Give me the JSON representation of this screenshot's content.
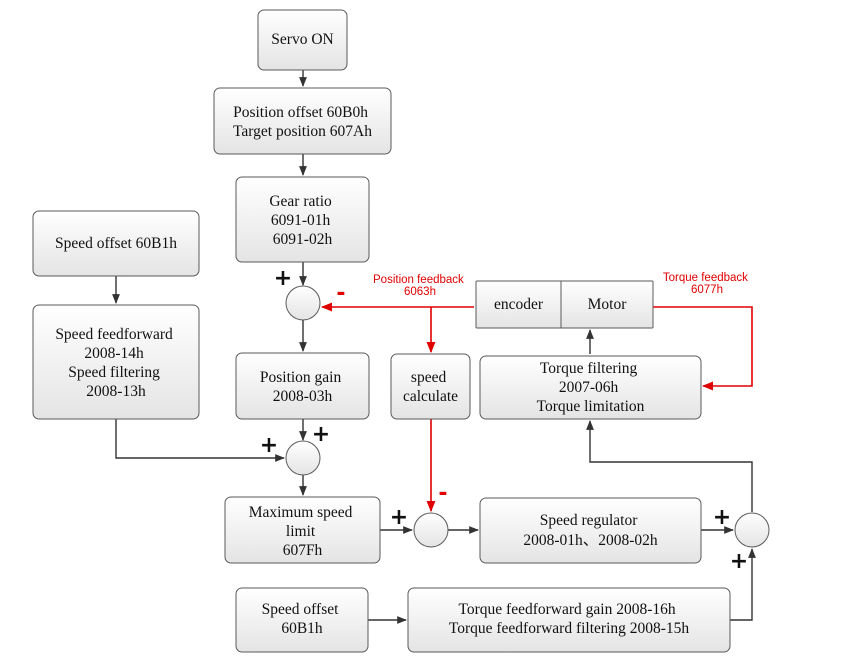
{
  "blocks": {
    "servo_on": [
      "Servo ON"
    ],
    "position_target": [
      "Position offset 60B0h",
      "Target position 607Ah"
    ],
    "gear_ratio": [
      "Gear ratio",
      "6091-01h",
      "6091-02h"
    ],
    "speed_offset_top": [
      "Speed offset 60B1h"
    ],
    "speed_feedforward": [
      "Speed feedforward",
      "2008-14h",
      "Speed filtering",
      "2008-13h"
    ],
    "position_gain": [
      "Position gain",
      "2008-03h"
    ],
    "speed_calculate": [
      "speed",
      "calculate"
    ],
    "encoder": [
      "encoder"
    ],
    "motor": [
      "Motor"
    ],
    "torque_filtering": [
      "Torque filtering",
      "2007-06h",
      "Torque limitation"
    ],
    "max_speed_limit": [
      "Maximum speed",
      "limit",
      "607Fh"
    ],
    "speed_regulator": [
      "Speed regulator",
      "2008-01h、2008-02h"
    ],
    "speed_offset_bottom": [
      "Speed offset",
      "60B1h"
    ],
    "torque_feedforward": [
      "Torque feedforward gain 2008-16h",
      "Torque feedforward filtering 2008-15h"
    ]
  },
  "feedback_labels": {
    "position": [
      "Position feedback",
      "6063h"
    ],
    "torque": [
      "Torque feedback",
      "6077h"
    ]
  },
  "signs": {
    "plus": "+",
    "minus": "-"
  },
  "colors": {
    "feedback": "#e00000",
    "box_top": "#ffffff",
    "box_bottom": "#e6e6e6",
    "line": "#333333"
  }
}
